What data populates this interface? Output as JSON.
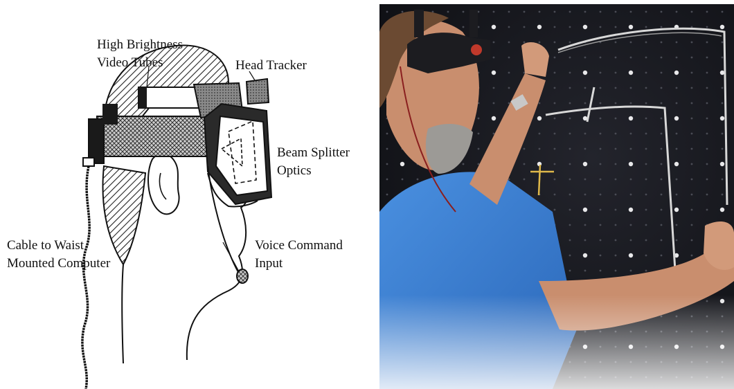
{
  "diagram": {
    "labels": {
      "video_tubes": [
        "High Brightness",
        "Video Tubes"
      ],
      "head_tracker": "Head Tracker",
      "beam_splitter": [
        "Beam Splitter",
        "Optics"
      ],
      "voice_command": [
        "Voice Command",
        "Input"
      ],
      "cable": [
        "Cable to Waist",
        "Mounted Computer"
      ]
    }
  },
  "photo": {
    "icons": [
      "worker-photo",
      "pegboard",
      "headset"
    ],
    "colors": {
      "shirt": "#3a7fd0",
      "board": "#15161c",
      "skin": "#c98e6e"
    }
  }
}
